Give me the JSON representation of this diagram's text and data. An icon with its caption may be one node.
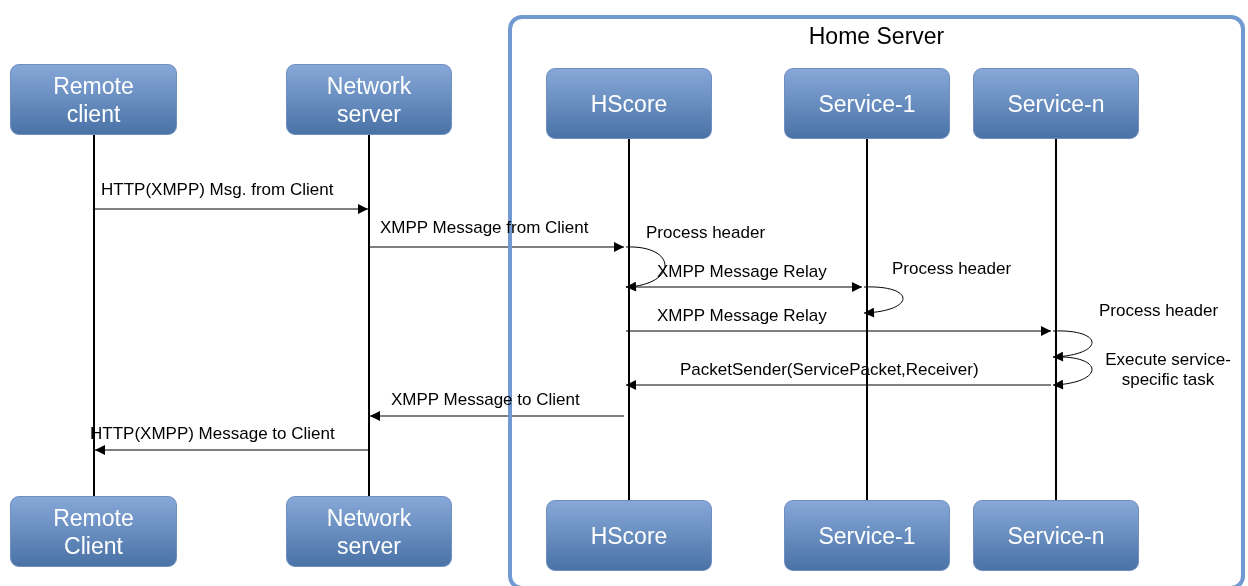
{
  "diagram": {
    "nodes": [
      {
        "text": [
          "Home Server"
        ]
      },
      {
        "text": [
          "Remote client"
        ]
      },
      {
        "text": [
          "Network server"
        ]
      },
      {
        "text": [
          "HScore"
        ],
        "in": 0
      },
      {
        "text": [
          "Service-1"
        ],
        "in": 0
      },
      {
        "text": [
          "Service-n"
        ],
        "in": 0
      },
      {
        "text": [],
        "shape": "line"
      },
      {
        "text": [],
        "shape": "line"
      },
      {
        "text": [],
        "shape": "line",
        "in": 0
      },
      {
        "text": [],
        "shape": "line",
        "in": 0
      },
      {
        "text": [],
        "shape": "line",
        "in": 0
      },
      {
        "text": [
          "Remote Client"
        ]
      },
      {
        "text": [
          "Network server"
        ]
      },
      {
        "text": [
          "HScore"
        ],
        "in": 0
      },
      {
        "text": [
          "Service-1"
        ],
        "in": 0
      },
      {
        "text": [
          "Service-n"
        ],
        "in": 0
      }
    ],
    "edges": [
      {
        "from": 6,
        "to": 7,
        "arrow": "to",
        "label": "HTTP(XMPP) Msg. from Client"
      },
      {
        "from": 7,
        "to": 8,
        "arrow": "to",
        "label": "XMPP Message from Client"
      },
      {
        "from": 8,
        "to": 8,
        "arrow": "to",
        "label": "Process header"
      },
      {
        "from": 8,
        "to": 9,
        "arrow": "to",
        "label": "XMPP Message Relay"
      },
      {
        "from": 9,
        "to": 9,
        "arrow": "to",
        "label": "Process header"
      },
      {
        "from": 8,
        "to": 10,
        "arrow": "to",
        "label": "XMPP Message Relay"
      },
      {
        "from": 10,
        "to": 10,
        "arrow": "to",
        "label": "Process header"
      },
      {
        "from": 10,
        "to": 10,
        "arrow": "to",
        "label": "Execute service-specific task"
      },
      {
        "from": 10,
        "to": 8,
        "arrow": "to",
        "label": "PacketSender(ServicePacket,Receiver)"
      },
      {
        "from": 8,
        "to": 7,
        "arrow": "to",
        "label": "XMPP Message to Client"
      },
      {
        "from": 7,
        "to": 6,
        "arrow": "to",
        "label": "HTTP(XMPP) Message to Client"
      }
    ]
  }
}
